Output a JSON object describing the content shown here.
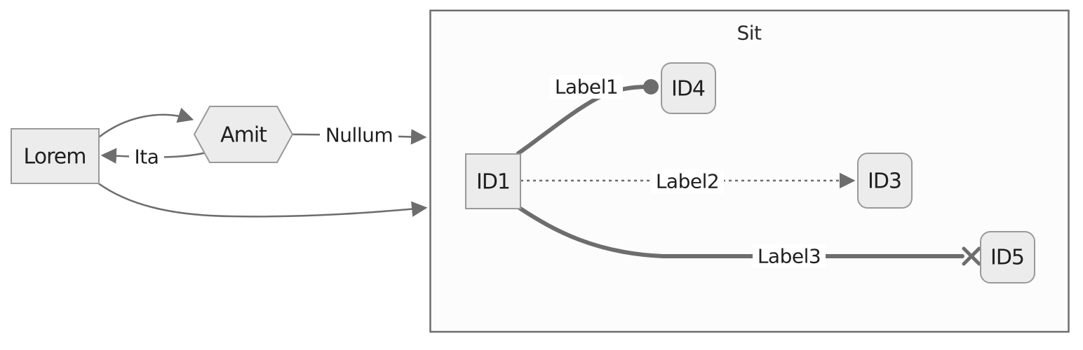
{
  "colors": {
    "edge": "#6d6d6d",
    "node_fill": "#ececec",
    "node_border": "#999999",
    "cluster_fill": "#fcfcfc",
    "cluster_border": "#6e6e6e",
    "text": "#1f1f1f",
    "label_bg": "#ffffff"
  },
  "cluster": {
    "title": "Sit"
  },
  "nodes": {
    "lorem": {
      "label": "Lorem",
      "shape": "rectangle",
      "in_cluster": false
    },
    "amit": {
      "label": "Amit",
      "shape": "hexagon",
      "in_cluster": false
    },
    "id1": {
      "label": "ID1",
      "shape": "rectangle",
      "in_cluster": true
    },
    "id4": {
      "label": "ID4",
      "shape": "rounded-rectangle",
      "in_cluster": true
    },
    "id3": {
      "label": "ID3",
      "shape": "rounded-rectangle",
      "in_cluster": true
    },
    "id5": {
      "label": "ID5",
      "shape": "rounded-rectangle",
      "in_cluster": true
    }
  },
  "edges": [
    {
      "from": "Lorem",
      "to": "Amit",
      "label": "",
      "style": "normal",
      "arrowhead": "arrow"
    },
    {
      "from": "Amit",
      "to": "Lorem",
      "label": "Ita",
      "style": "normal",
      "arrowhead": "arrow"
    },
    {
      "from": "Amit",
      "to": "Sit",
      "label": "Nullum",
      "style": "normal",
      "arrowhead": "arrow"
    },
    {
      "from": "Lorem",
      "to": "Sit",
      "label": "",
      "style": "normal",
      "arrowhead": "arrow"
    },
    {
      "from": "ID1",
      "to": "ID4",
      "label": "Label1",
      "style": "thick",
      "arrowhead": "circle"
    },
    {
      "from": "ID1",
      "to": "ID3",
      "label": "Label2",
      "style": "dotted",
      "arrowhead": "arrow"
    },
    {
      "from": "ID1",
      "to": "ID5",
      "label": "Label3",
      "style": "thick",
      "arrowhead": "cross"
    }
  ]
}
